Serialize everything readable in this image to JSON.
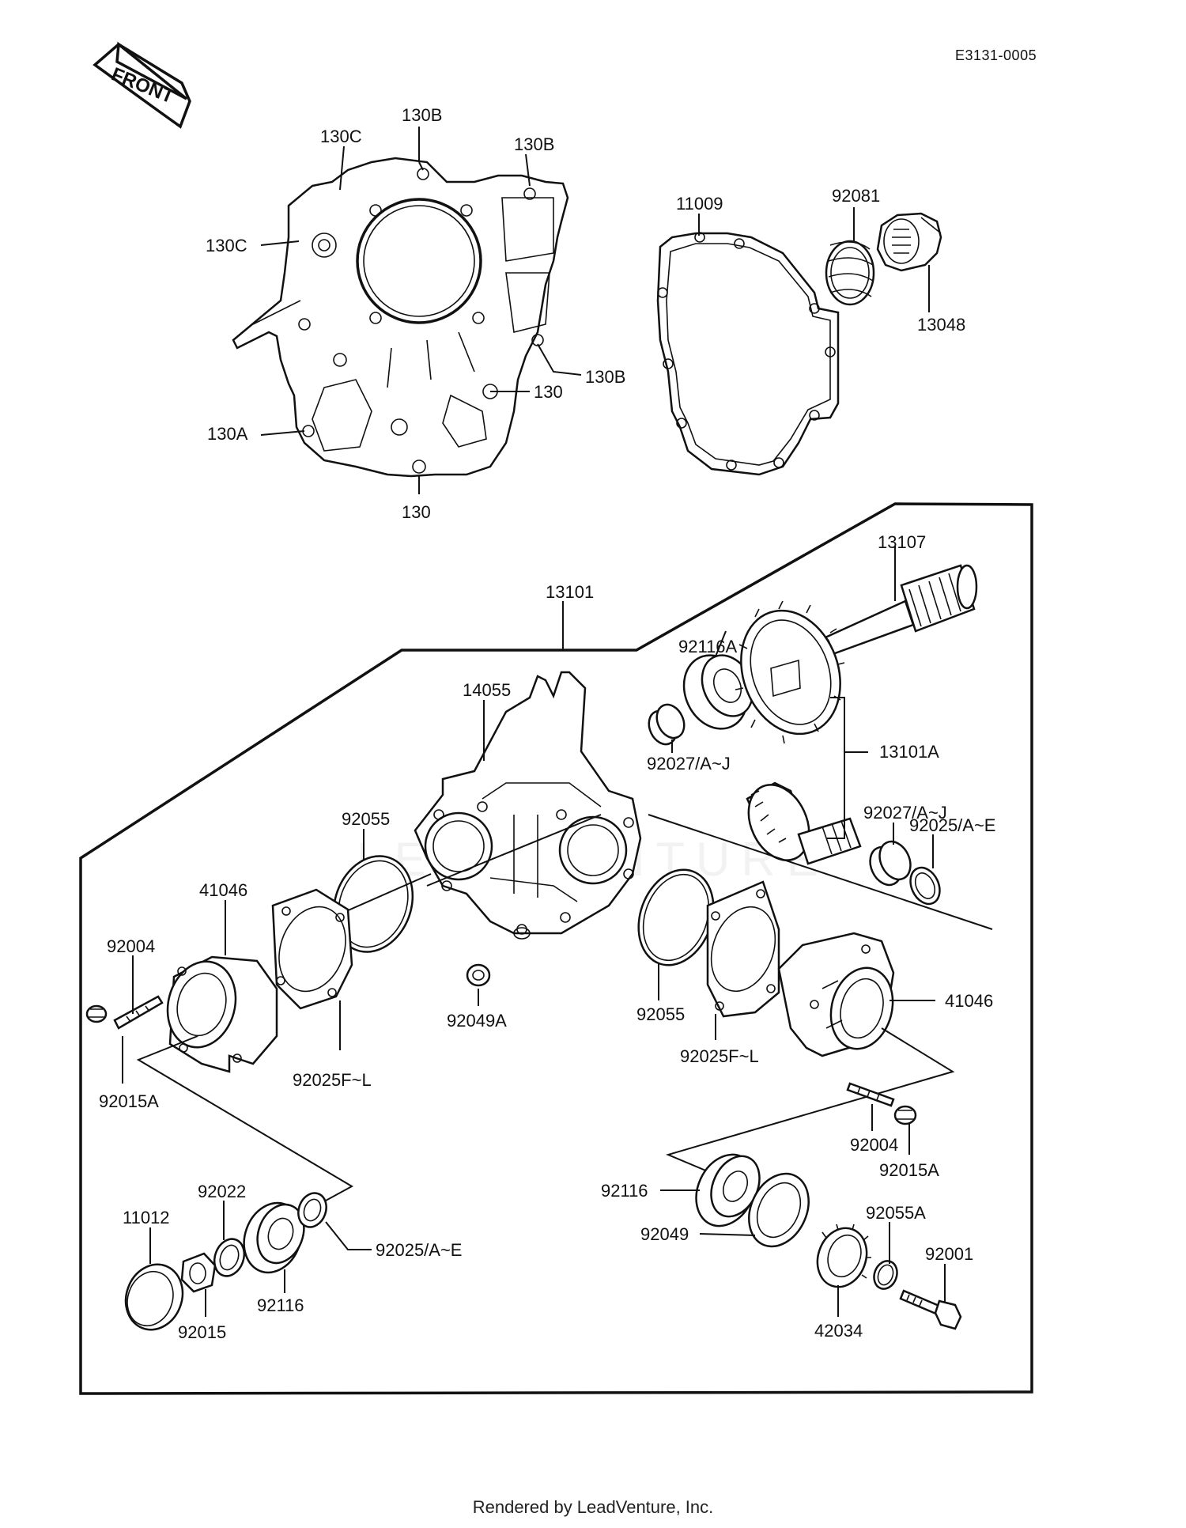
{
  "diagram_code": "E3131-0005",
  "front_arrow_label": "FRONT",
  "watermark_text": "LEADVENTURE",
  "footer": "Rendered by LeadVenture, Inc.",
  "labels": {
    "l130B_top": "130B",
    "l130C_top": "130C",
    "l130B_right": "130B",
    "l130C_left": "130C",
    "l130B_lower": "130B",
    "l130_right": "130",
    "l130A": "130A",
    "l130_bottom": "130",
    "l11009": "11009",
    "l92081": "92081",
    "l13048": "13048",
    "l13107": "13107",
    "l13101": "13101",
    "l92116A": "92116A",
    "l14055": "14055",
    "l13101A": "13101A",
    "l92027_a": "92027/A~J",
    "l92027_b": "92027/A~J",
    "l92025AE_right": "92025/A~E",
    "l92055_left": "92055",
    "l41046_left": "41046",
    "l92004_left": "92004",
    "l92025FL_left": "92025F~L",
    "l92015A_left": "92015A",
    "l92049A": "92049A",
    "l92055_right": "92055",
    "l92025FL_right": "92025F~L",
    "l41046_right": "41046",
    "l92004_right": "92004",
    "l92015A_right": "92015A",
    "l11012": "11012",
    "l92022": "92022",
    "l92025AE_left": "92025/A~E",
    "l92116_left": "92116",
    "l92015": "92015",
    "l92116_right": "92116",
    "l92049": "92049",
    "l92055A": "92055A",
    "l92001": "92001",
    "l42034": "42034"
  }
}
